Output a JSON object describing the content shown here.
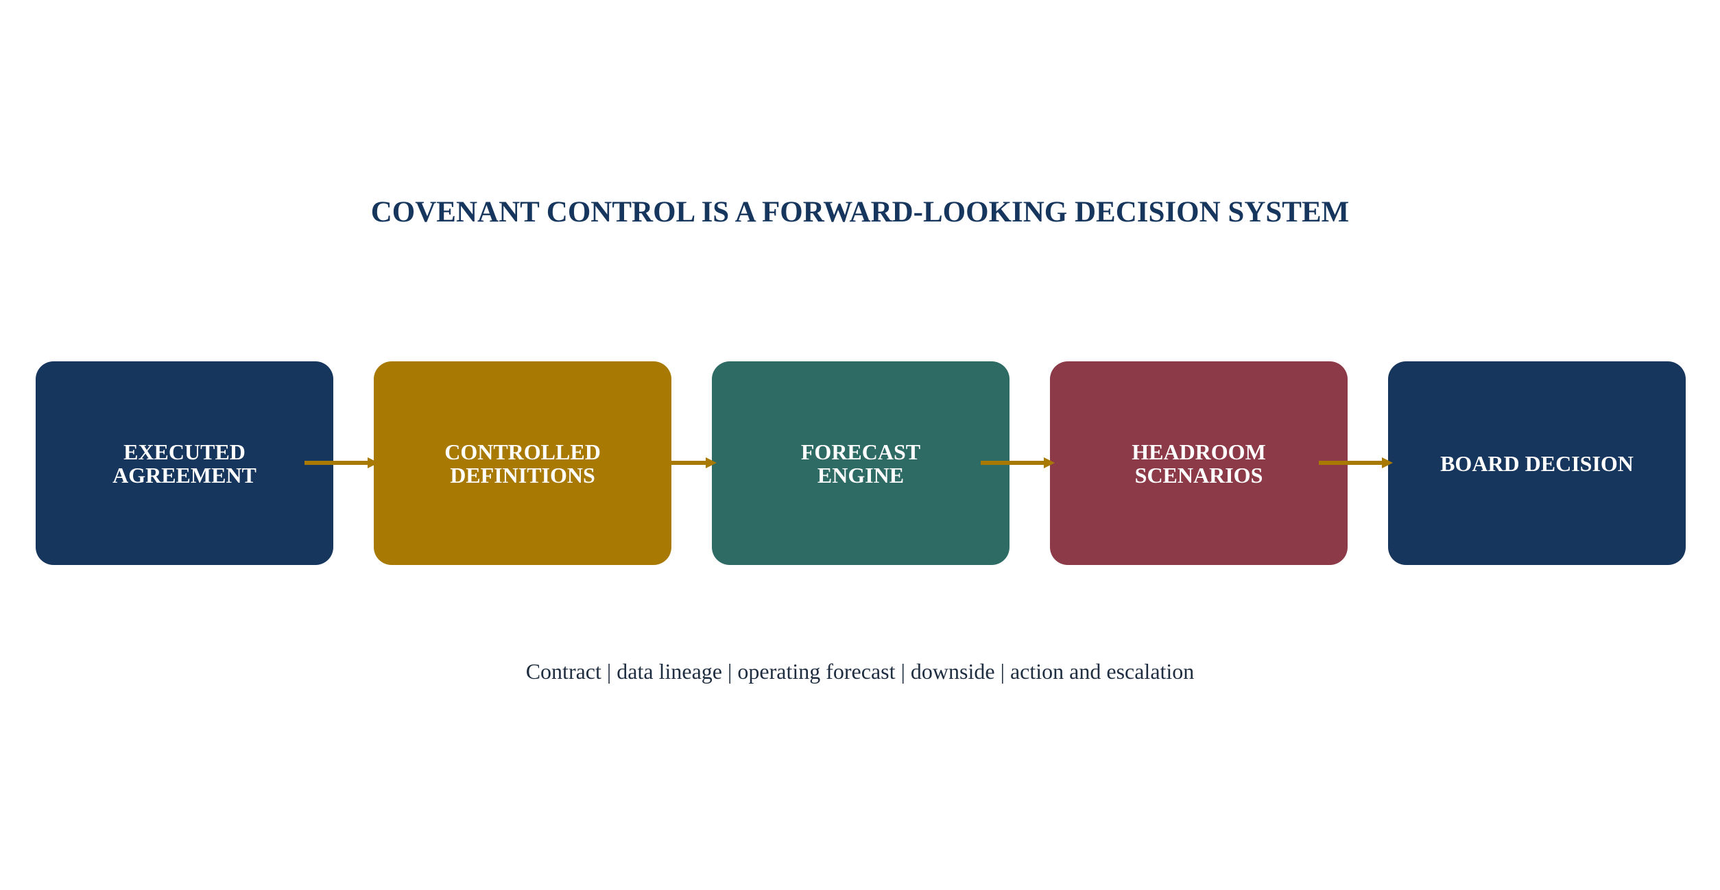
{
  "title": "COVENANT CONTROL IS A FORWARD-LOOKING DECISION SYSTEM",
  "steps": [
    {
      "label": "EXECUTED AGREEMENT",
      "color": "#17365d"
    },
    {
      "label": "CONTROLLED DEFINITIONS",
      "color": "#a87a03"
    },
    {
      "label": "FORECAST ENGINE",
      "color": "#2e6b65"
    },
    {
      "label": "HEADROOM SCENARIOS",
      "color": "#8c3a48"
    },
    {
      "label": "BOARD DECISION",
      "color": "#17365d"
    }
  ],
  "arrow_color": "#a87a03",
  "caption": "Contract | data lineage | operating forecast | downside | action and escalation"
}
